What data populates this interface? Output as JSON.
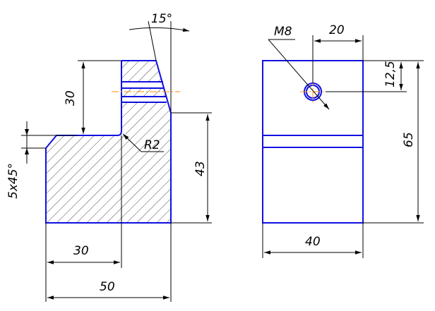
{
  "dimensions": {
    "angle_top": "15°",
    "height_left": "30",
    "radius": "R2",
    "height_right": "43",
    "chamfer": "5x45°",
    "width_inner": "30",
    "width_total": "50",
    "thread": "M8",
    "hole_offset_x": "20",
    "hole_offset_y": "12,5",
    "height_side": "65",
    "width_side": "40"
  },
  "colors": {
    "outline": "#1010e0",
    "centerline": "#ff8c00",
    "dimension": "#000000"
  }
}
